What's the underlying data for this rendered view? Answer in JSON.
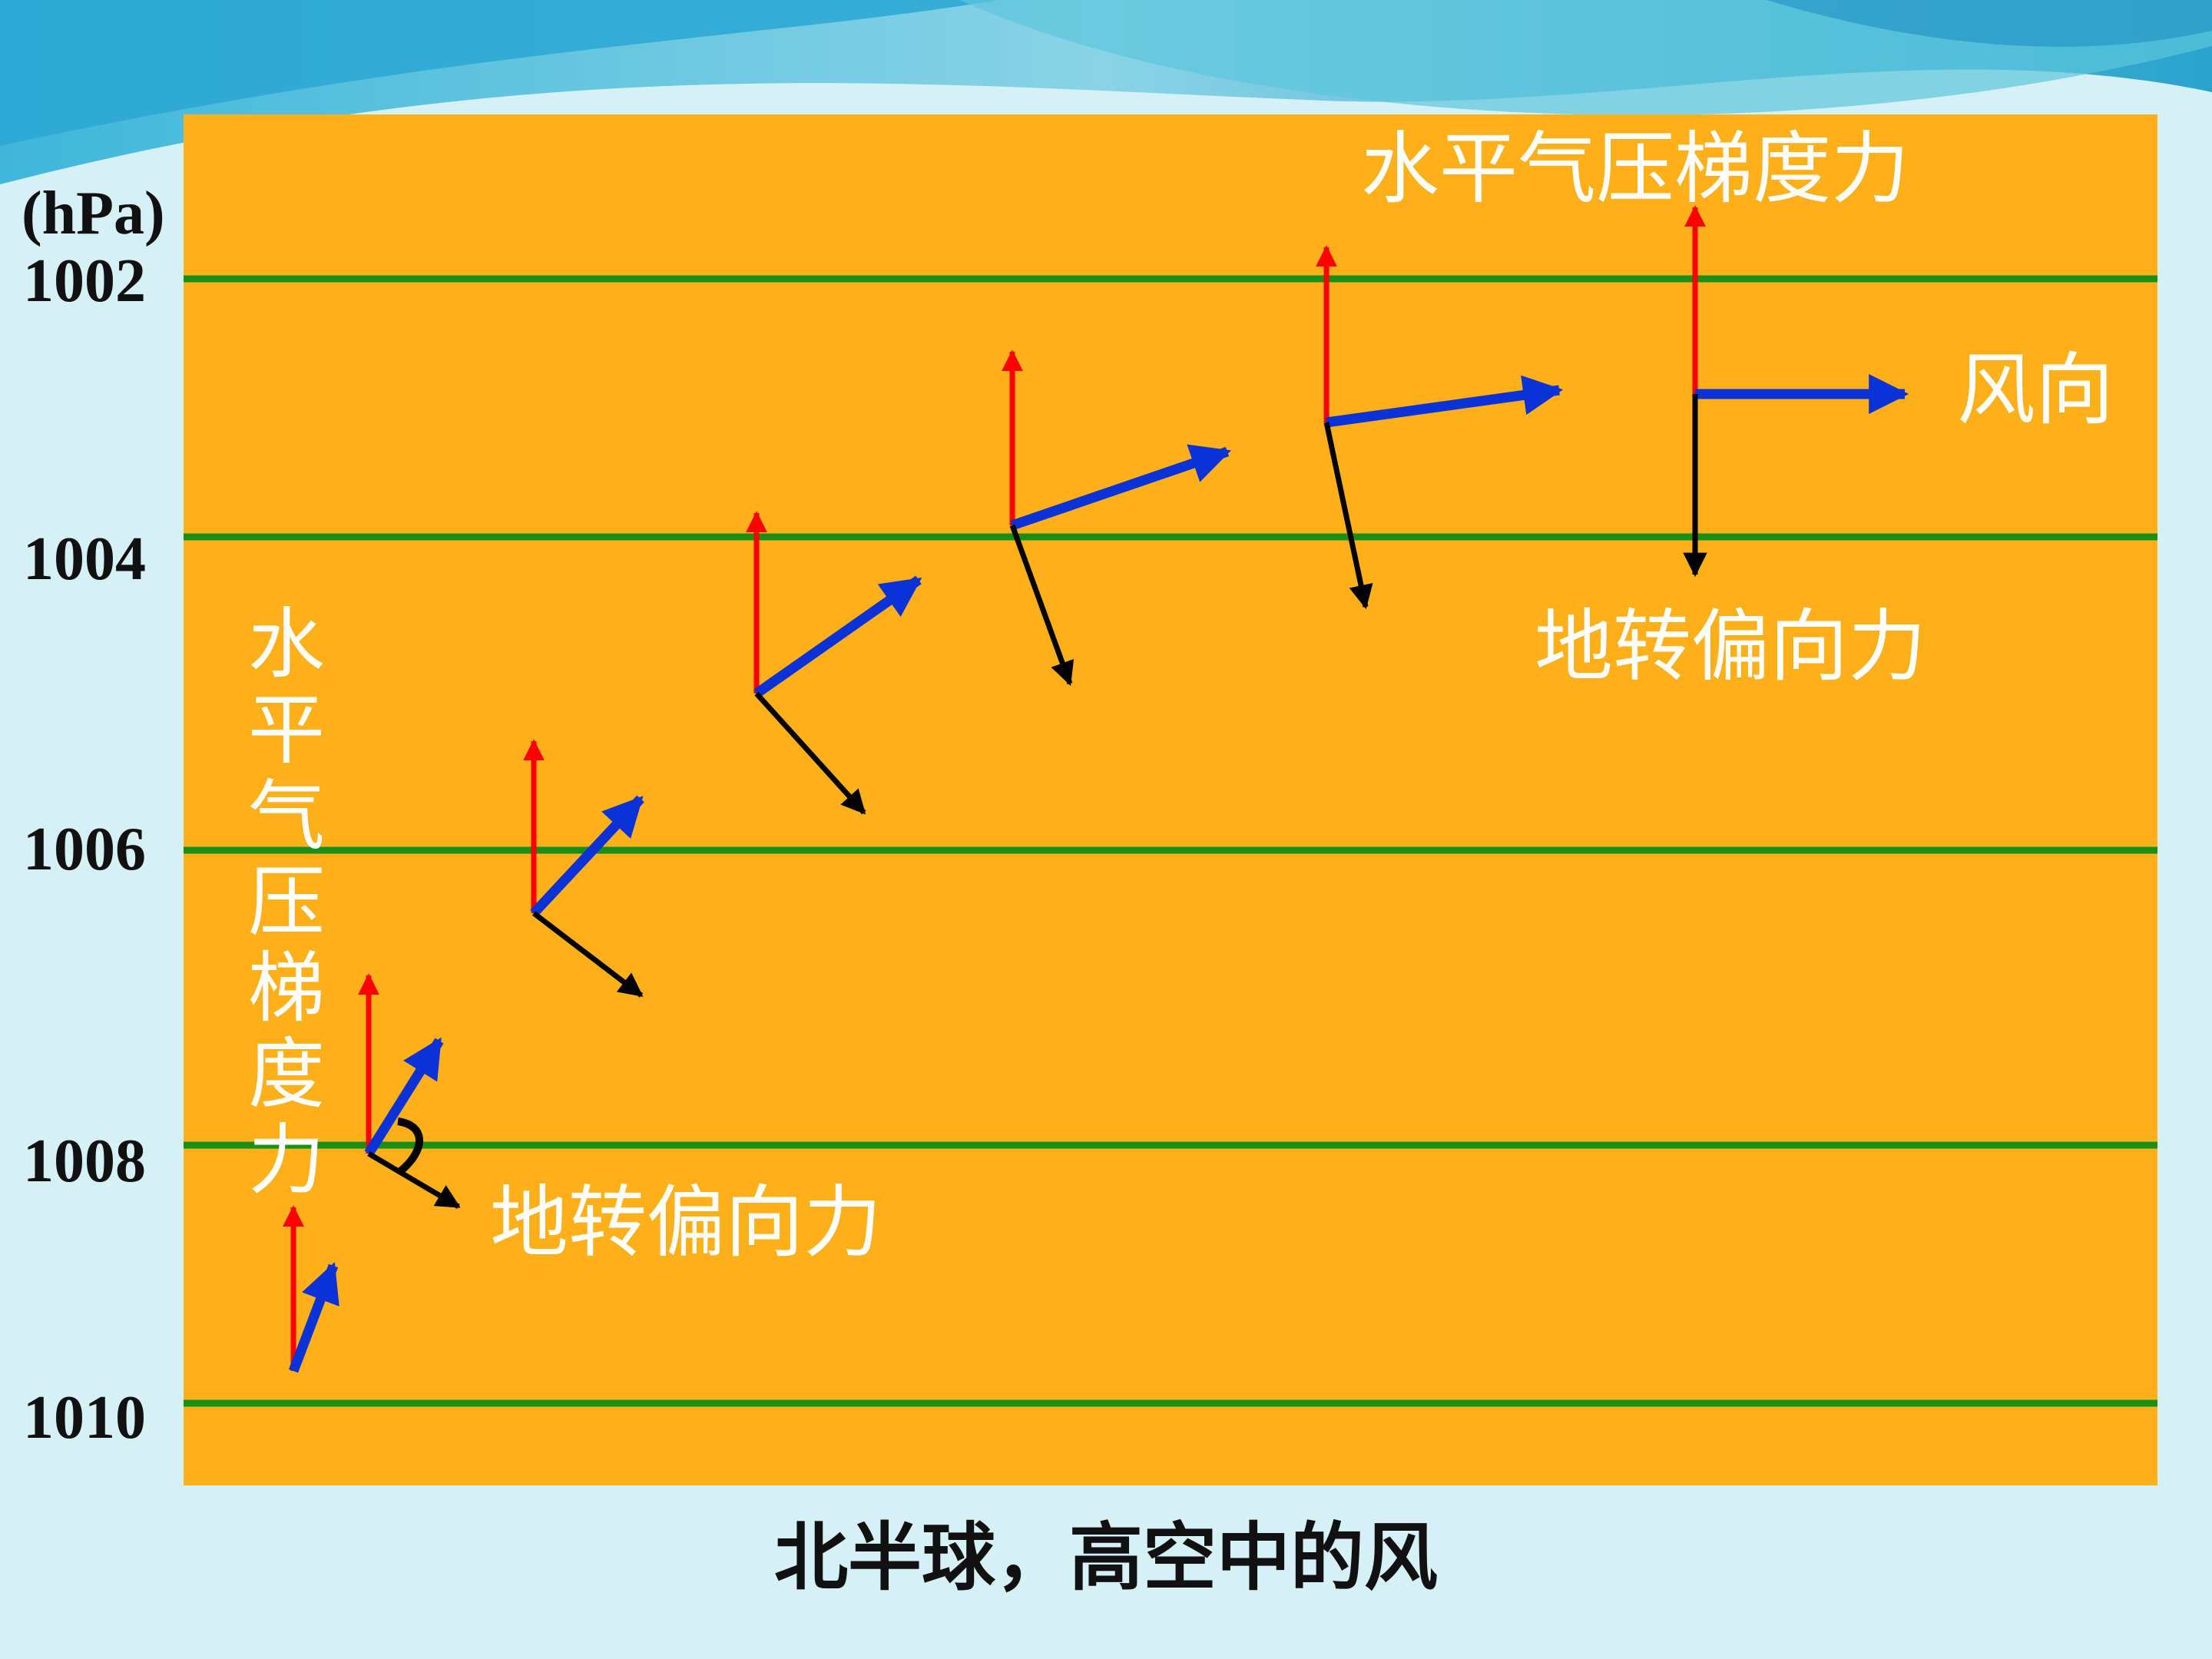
{
  "diagram": {
    "unit": "(hPa)",
    "isobars": [
      "1002",
      "1004",
      "1006",
      "1008",
      "1010"
    ],
    "label_pressure_gradient_force": "水平气压梯度力",
    "label_pressure_gradient_force_vertical": "水平气压梯度力",
    "label_coriolis_force": "地转偏向力",
    "label_coriolis_force_left": "地转偏向力",
    "label_wind_direction": "风向",
    "caption": "北半球，高空中的风",
    "colors": {
      "panel": "#fdb019",
      "isobar": "#179017",
      "pressure_gradient_force": "#ff0000",
      "wind": "#0a32d6",
      "coriolis_force": "#000000"
    },
    "icons": [
      "pressure-gradient-arrow",
      "wind-arrow",
      "coriolis-arrow",
      "angle-arc"
    ]
  }
}
